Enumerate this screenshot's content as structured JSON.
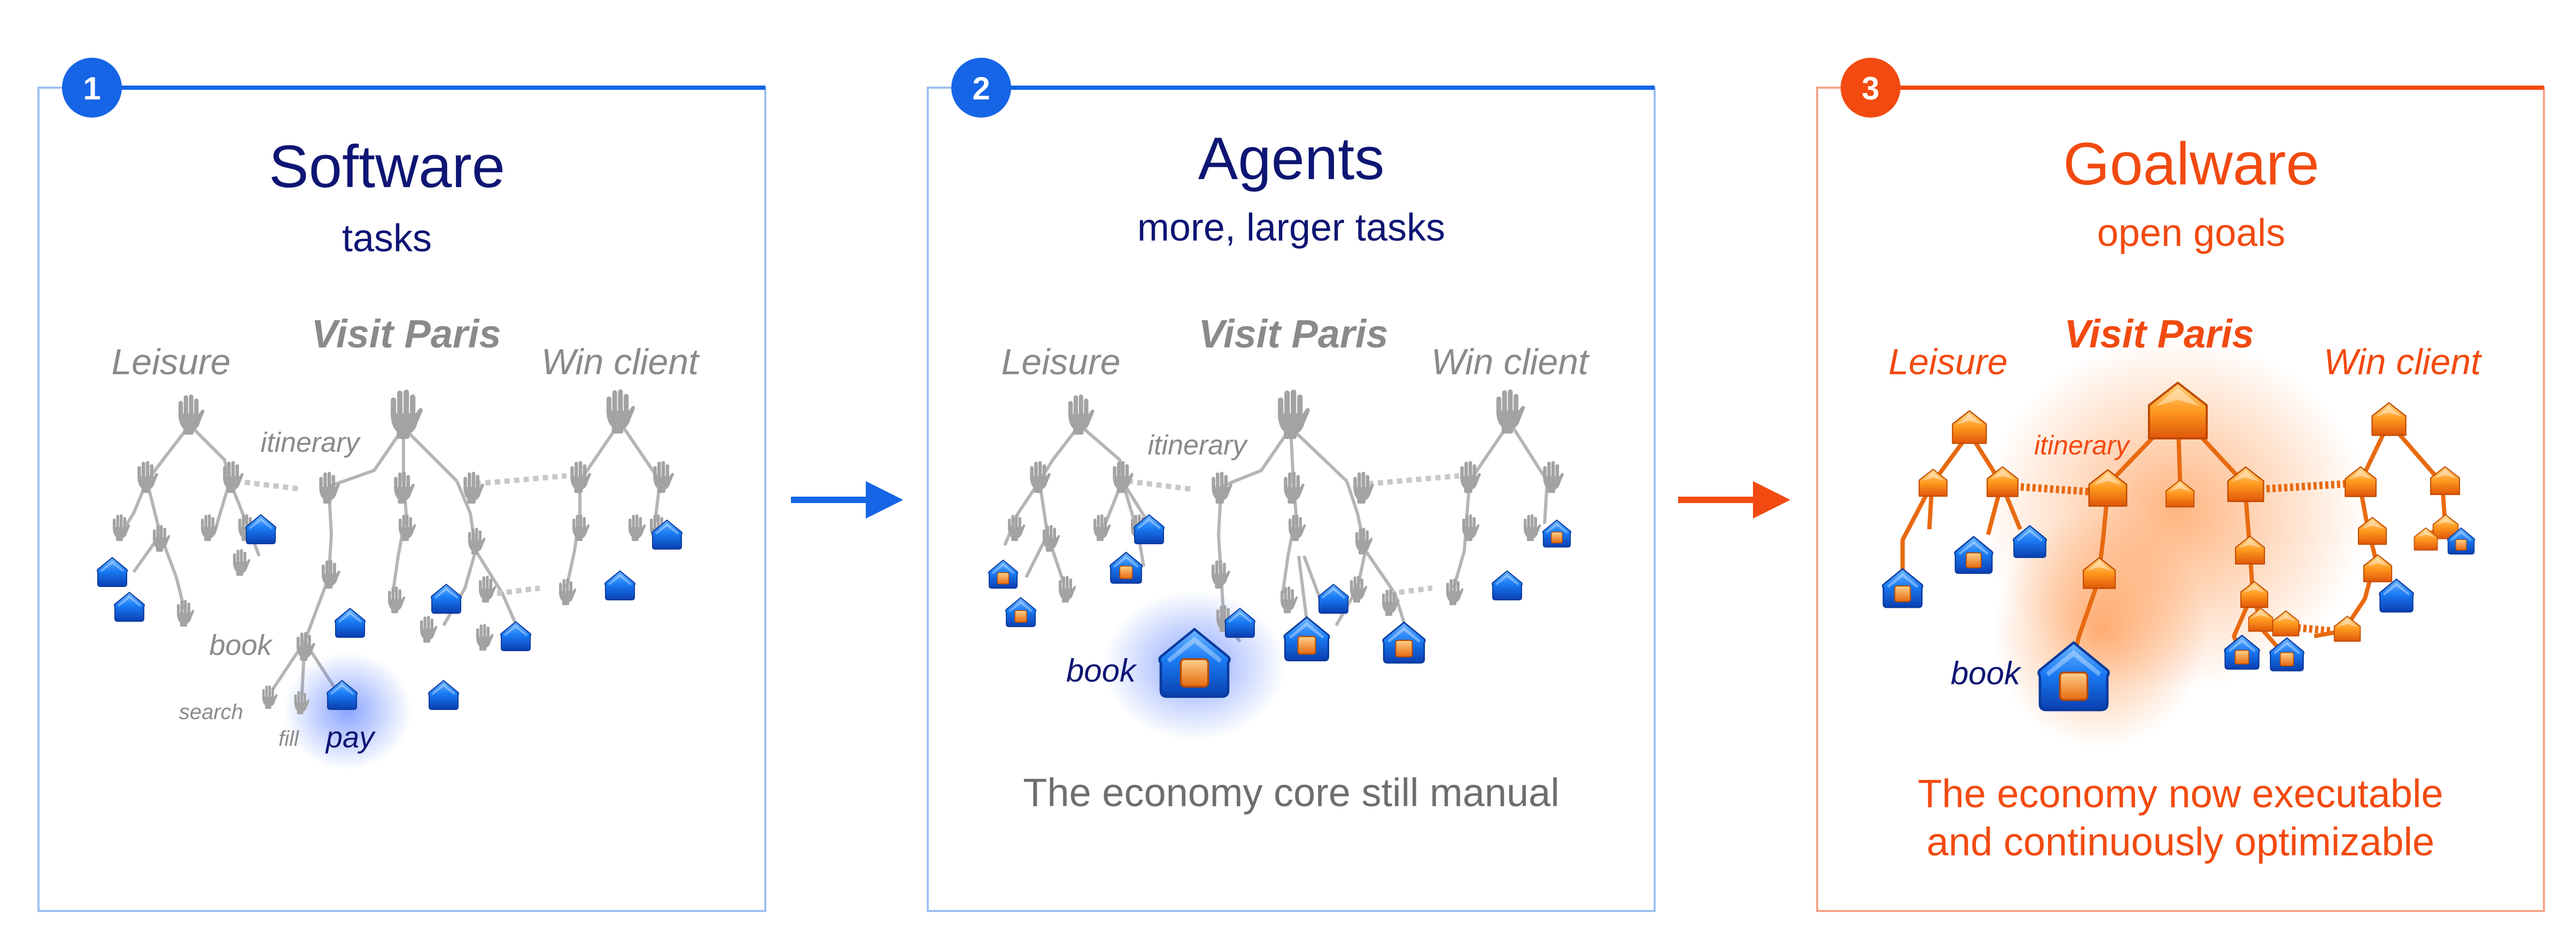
{
  "colors": {
    "blue": "#1565e6",
    "panel_blue_border": "#9ec1f2",
    "navy": "#0e1573",
    "gray": "#8a8a8a",
    "orange": "#f24a10",
    "orange_border": "#f5a48a",
    "house_blue": "#1565e6",
    "house_orange_fill": "#f08f20"
  },
  "panels": [
    {
      "number": "1",
      "title": "Software",
      "subtitle": "tasks",
      "labels": {
        "left": "Leisure",
        "center": "Visit Paris",
        "right": "Win client",
        "itinerary": "itinerary",
        "book": "book",
        "search": "search",
        "fill": "fill",
        "pay": "pay"
      },
      "caption": ""
    },
    {
      "number": "2",
      "title": "Agents",
      "subtitle": "more, larger tasks",
      "labels": {
        "left": "Leisure",
        "center": "Visit Paris",
        "right": "Win client",
        "itinerary": "itinerary",
        "book": "book"
      },
      "caption": "The economy core still manual"
    },
    {
      "number": "3",
      "title": "Goalware",
      "subtitle": "open goals",
      "labels": {
        "left": "Leisure",
        "center": "Visit Paris",
        "right": "Win client",
        "itinerary": "itinerary",
        "book": "book"
      },
      "caption_lines": [
        "The economy now executable",
        "and continuously optimizable"
      ]
    }
  ],
  "icons": {
    "manual_task": "raised-hand-icon",
    "automated_task": "house-icon",
    "goal_node": "pentagon-node-icon",
    "transition": "arrow-right-icon"
  }
}
